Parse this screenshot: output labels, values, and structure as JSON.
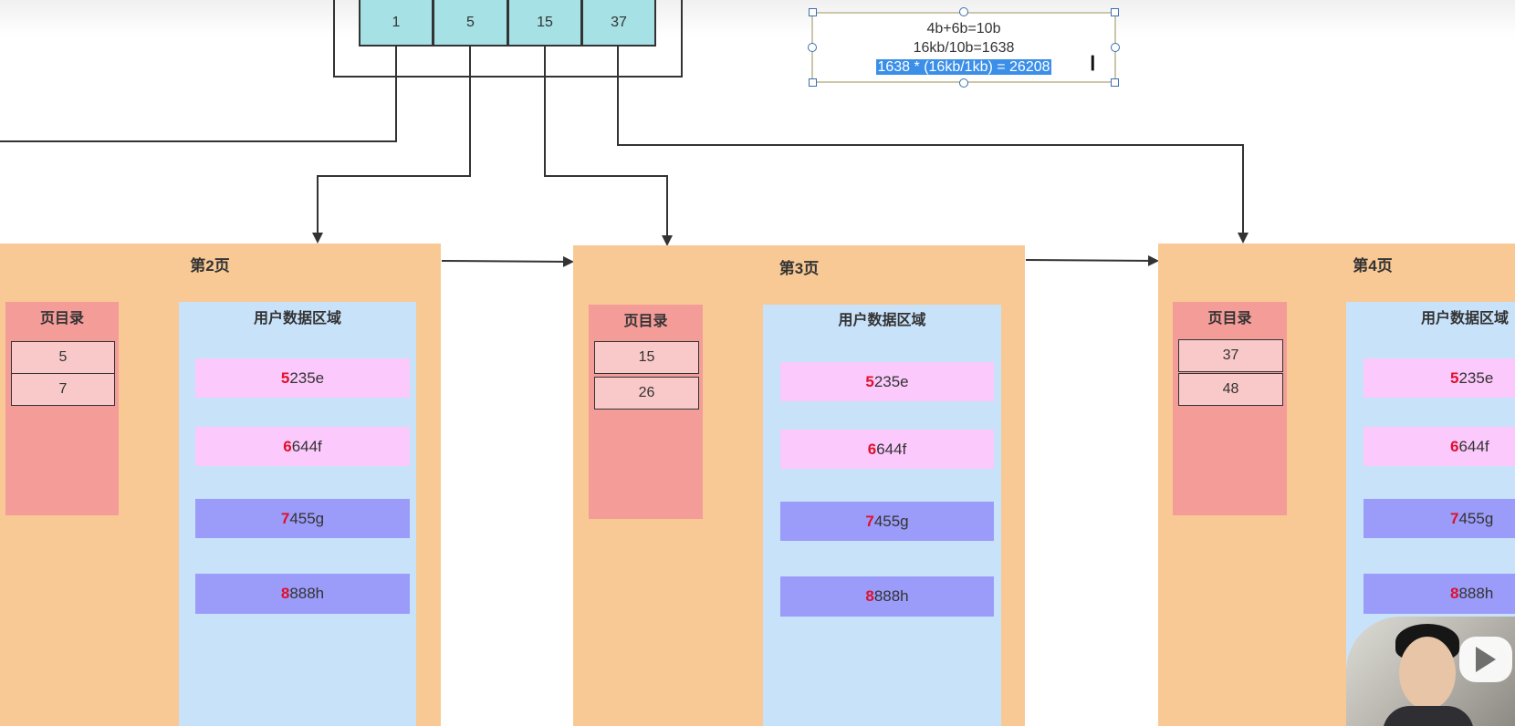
{
  "root_node": {
    "keys": [
      "1",
      "5",
      "15",
      "37"
    ]
  },
  "note": {
    "line1": "4b+6b=10b",
    "line2": "16kb/10b=1638",
    "line3_selected": "1638 * (16kb/1kb) = 26208"
  },
  "pages": [
    {
      "title": "第2页",
      "directory_title": "页目录",
      "directory": [
        "5",
        "7"
      ],
      "area_title": "用户数据区域",
      "records": [
        {
          "hi": "5",
          "rest": "235e"
        },
        {
          "hi": "6",
          "rest": "644f"
        },
        {
          "hi": "7",
          "rest": "455g"
        },
        {
          "hi": "8",
          "rest": "888h"
        }
      ]
    },
    {
      "title": "第3页",
      "directory_title": "页目录",
      "directory": [
        "15",
        "26"
      ],
      "area_title": "用户数据区域",
      "records": [
        {
          "hi": "5",
          "rest": "235e"
        },
        {
          "hi": "6",
          "rest": "644f"
        },
        {
          "hi": "7",
          "rest": "455g"
        },
        {
          "hi": "8",
          "rest": "888h"
        }
      ]
    },
    {
      "title": "第4页",
      "directory_title": "页目录",
      "directory": [
        "37",
        "48"
      ],
      "area_title": "用户数据区域",
      "records": [
        {
          "hi": "5",
          "rest": "235e"
        },
        {
          "hi": "6",
          "rest": "644f"
        },
        {
          "hi": "7",
          "rest": "455g"
        },
        {
          "hi": "8",
          "rest": "888h"
        }
      ]
    }
  ],
  "colors": {
    "root_cell": "#a6e1e6",
    "page": "#f8c995",
    "directory": "#f39c98",
    "directory_entry": "#f9c9c9",
    "data_area": "#c8e2fa",
    "record_pink": "#fbc9fb",
    "record_blue": "#9b9bfa",
    "record_key": "#e0102c",
    "selection": "#3b8fe8"
  },
  "icons": {
    "cursor": "text-cursor-icon",
    "video_badge": "play-icon"
  }
}
